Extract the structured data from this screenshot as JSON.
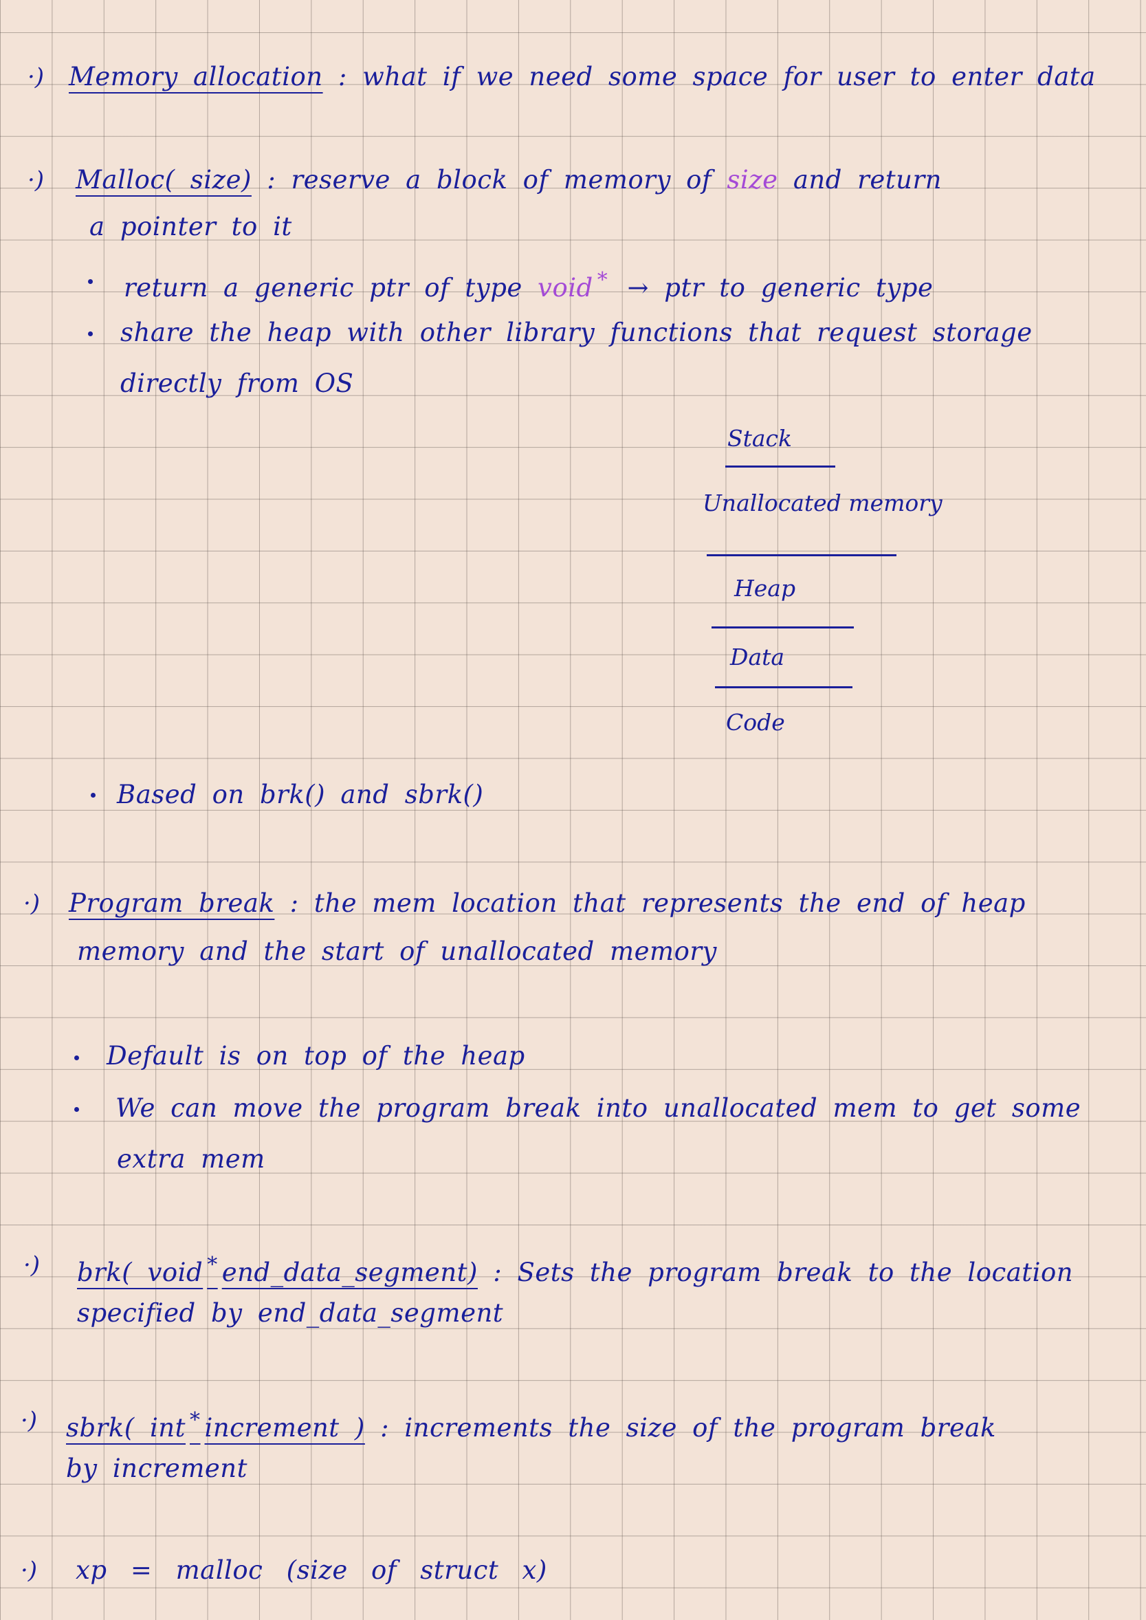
{
  "note": {
    "s1_marker": "·)",
    "s1_term": "Memory allocation",
    "s1_sep": ":",
    "s1_text": "what if we need some space for user to enter data",
    "s2_marker": "·)",
    "s2_term": "Malloc( size)",
    "s2_sep": ":",
    "s2_text_a": "reserve a block of memory of",
    "s2_text_highlight": "size",
    "s2_text_b": "and return",
    "s2_line2": "a pointer to it",
    "s2_b1_a": "return a generic ptr of type",
    "s2_b1_highlight": "void",
    "s2_b1_star": "*",
    "s2_b1_b": "→ ptr to generic type",
    "s2_b2_line1": "share the heap with other library functions that request storage",
    "s2_b2_line2": "directly from OS",
    "diagram": {
      "stack": "Stack",
      "unallocated": "Unallocated memory",
      "heap": "Heap",
      "data": "Data",
      "code": "Code"
    },
    "s2_b3": "Based on brk() and sbrk()",
    "s3_marker": "·)",
    "s3_term": "Program break",
    "s3_sep": ":",
    "s3_text": "the mem location that represents the end of heap",
    "s3_line2": "memory and the start of unallocated memory",
    "s3_b1": "Default is on top of the heap",
    "s3_b2_line1": "We can move the program break into unallocated mem to get some",
    "s3_b2_line2": "extra mem",
    "s4_marker": "·)",
    "s4_term_a": "brk( void",
    "s4_term_star": "*",
    "s4_term_b": "end_data_segment)",
    "s4_sep": ":",
    "s4_text": "Sets the program break to the location",
    "s4_line2": "specified by end_data_segment",
    "s5_marker": "·)",
    "s5_term_a": "sbrk( int",
    "s5_term_star": "*",
    "s5_term_b": "increment )",
    "s5_sep": ":",
    "s5_text": "increments the size of the program break",
    "s5_line2": "by increment",
    "s6_marker": "·)",
    "s6_text": "xp = malloc (size of struct x)"
  },
  "colors": {
    "ink": "#1a1f9a",
    "highlight": "#a44ad6",
    "paper": "#f3e3d7",
    "grid": "#5a504b"
  }
}
